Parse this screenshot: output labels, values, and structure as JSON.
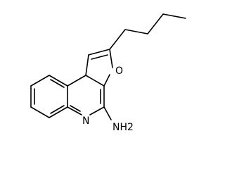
{
  "molecule": {
    "atoms": {
      "oxygen": "O",
      "nitrogen": "N",
      "amine": "NH2"
    }
  }
}
